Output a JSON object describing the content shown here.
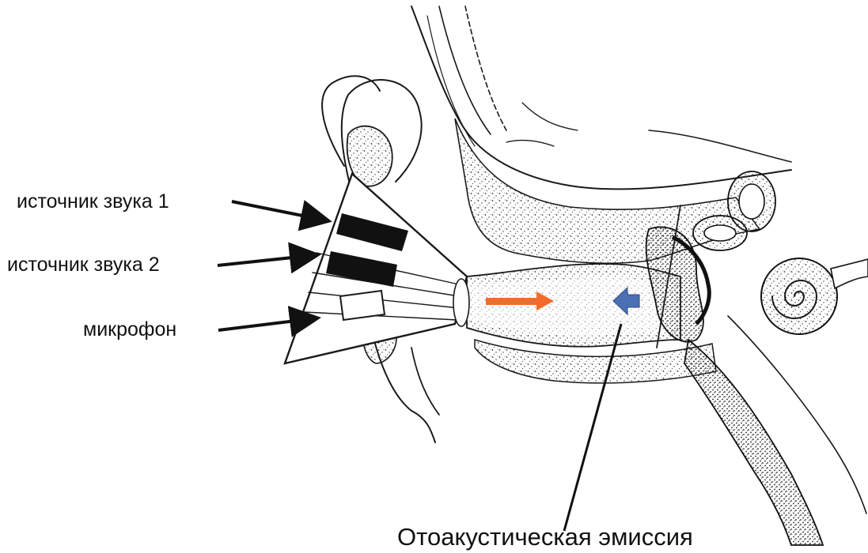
{
  "labels": {
    "sound_source_1": "источник звука 1",
    "sound_source_2": "источник звука 2",
    "microphone": "микрофон",
    "otoacoustic_emission": "Отоакустическая эмиссия"
  },
  "colors": {
    "outgoing_arrow": "#f26b2a",
    "return_arrow": "#4a6fb5",
    "ink": "#1a1a1a",
    "background": "#ffffff"
  },
  "icons": {
    "outgoing_arrow": "arrow-right-icon",
    "return_arrow": "arrow-left-icon"
  }
}
